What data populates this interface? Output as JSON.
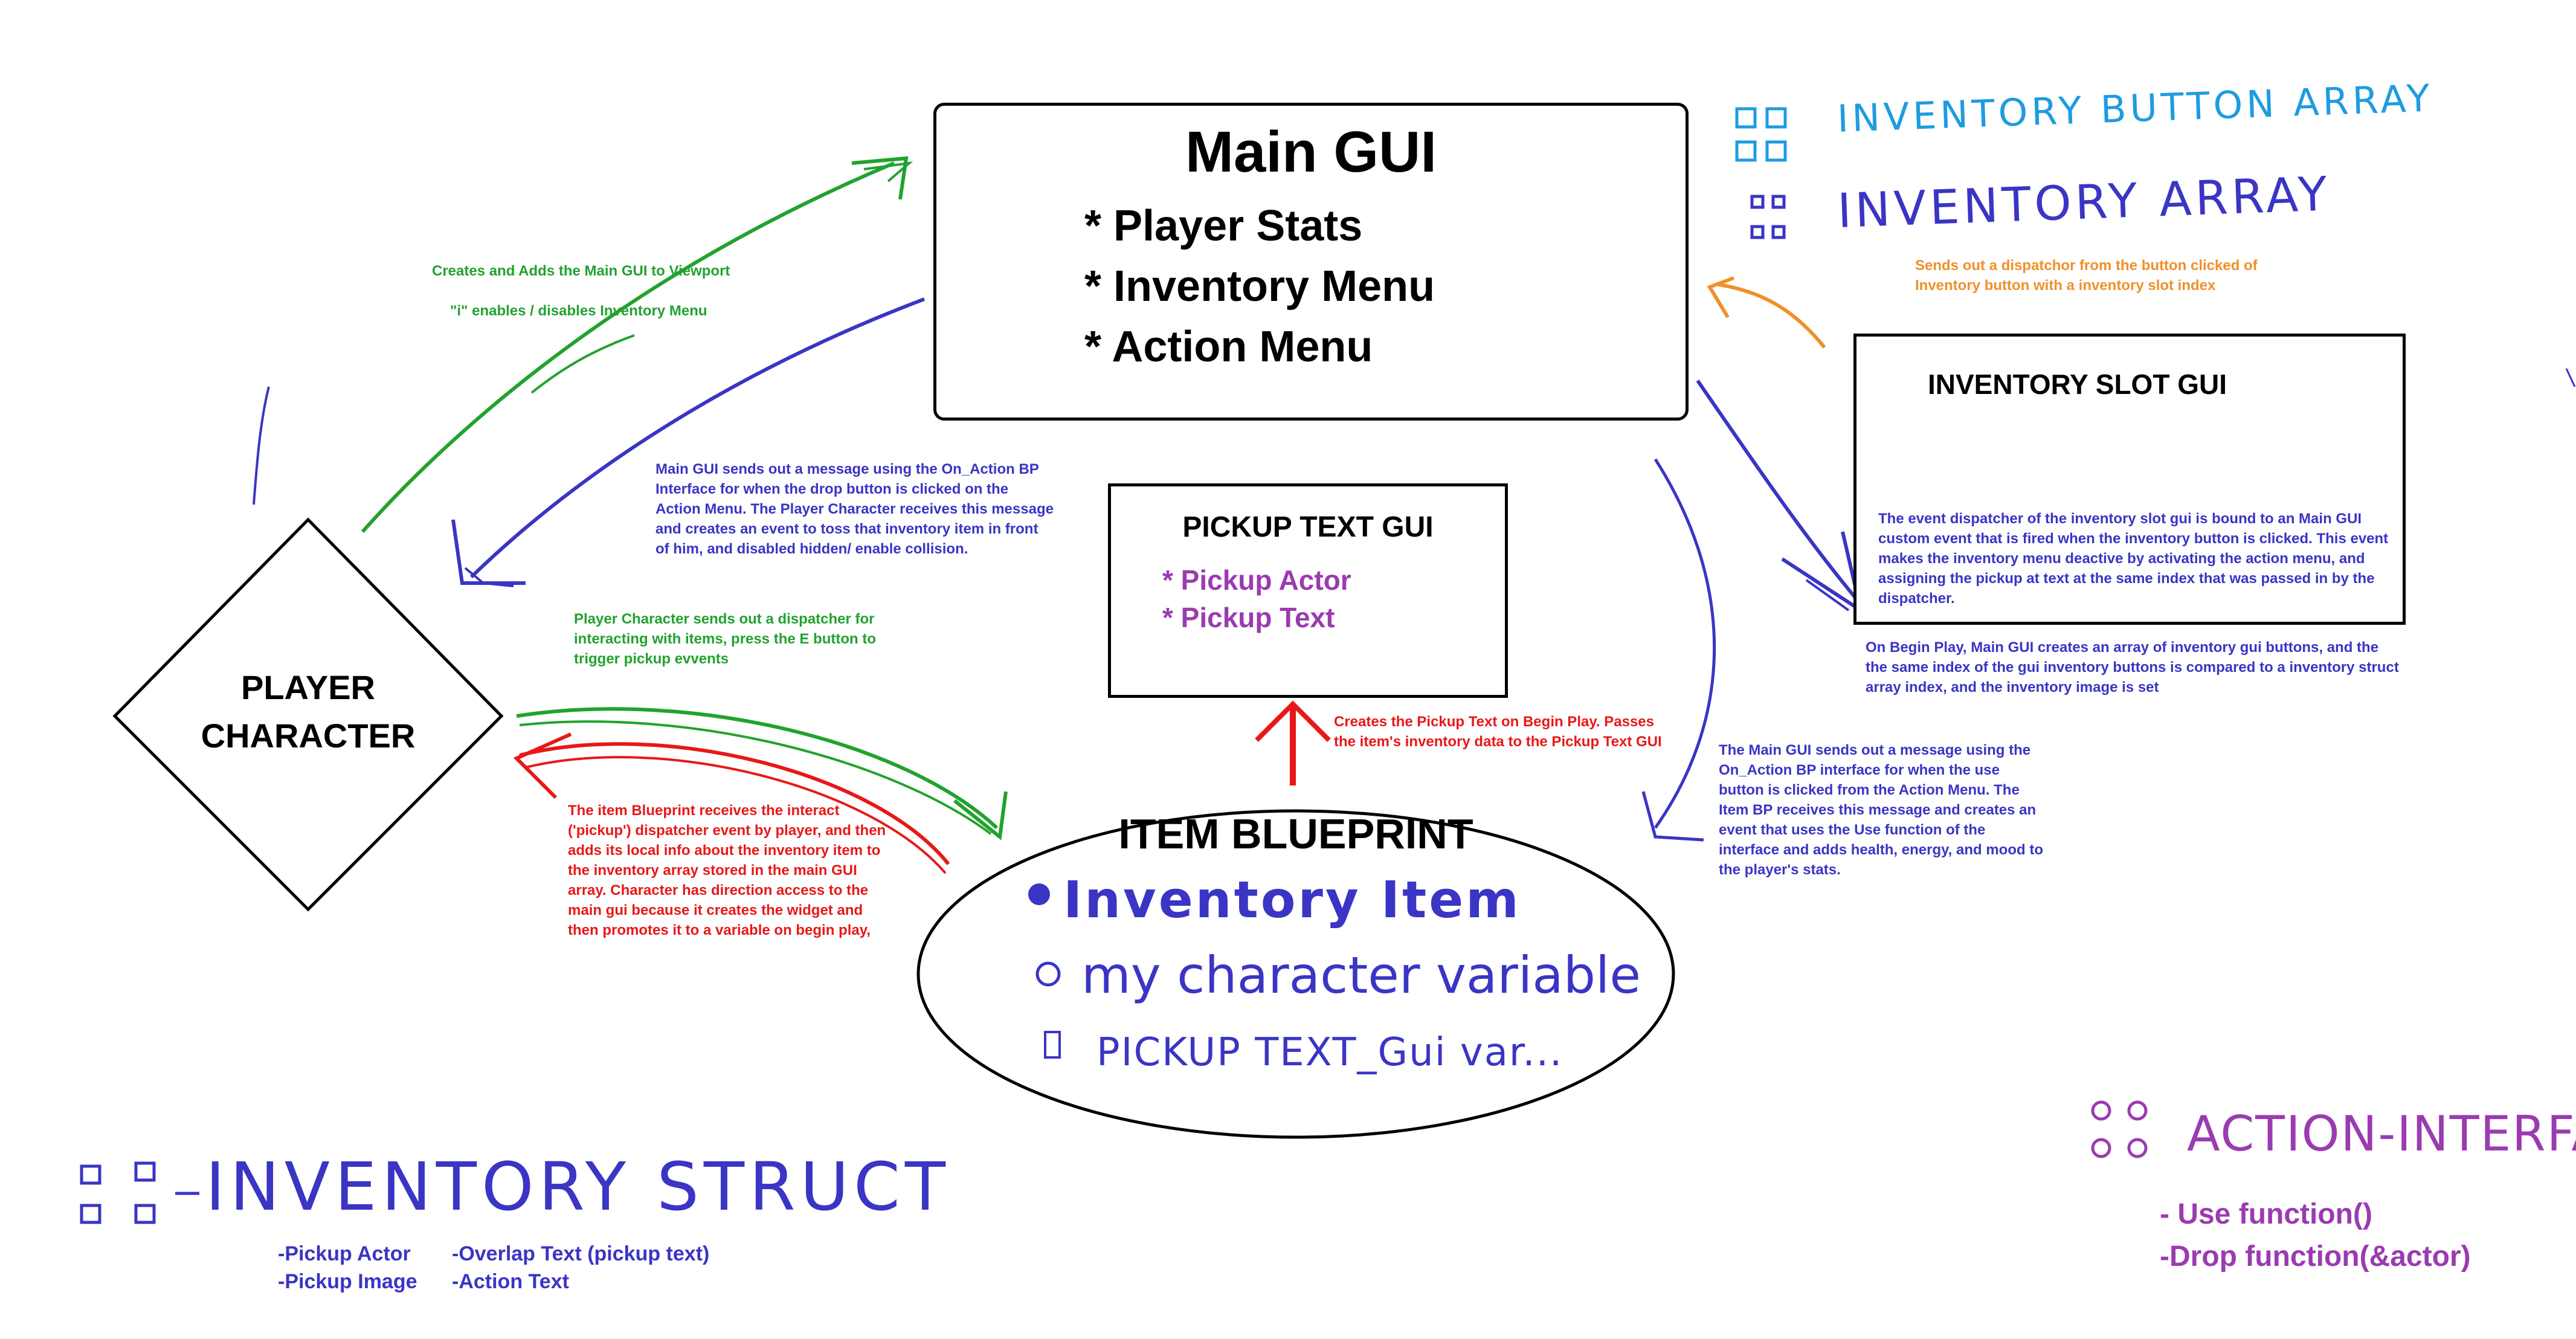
{
  "colors": {
    "black": "#000000",
    "green": "#22a22e",
    "blue": "#3a35c4",
    "red": "#e81818",
    "orange": "#f0902a",
    "cyan": "#1e9ce0",
    "purple": "#9b3bb0"
  },
  "main_gui": {
    "title": "Main GUI",
    "items": [
      "* Player Stats",
      "* Inventory Menu",
      "* Action Menu"
    ]
  },
  "pickup_text_gui": {
    "title": "PICKUP TEXT GUI",
    "items": [
      "* Pickup Actor",
      "* Pickup Text"
    ]
  },
  "inventory_slot_gui": {
    "title": "INVENTORY SLOT GUI",
    "note": "The event dispatcher of the inventory slot gui is bound to an Main GUI custom event that is fired when the inventory button is clicked.  This event makes the inventory menu deactive by activating the action menu, and assigning the pickup at text at the same index that was passed in by the dispatcher."
  },
  "player_character": {
    "label": [
      "PLAYER",
      "CHARACTER"
    ]
  },
  "item_blueprint": {
    "title": "ITEM BLUEPRINT",
    "vars": [
      "Inventory Item",
      "my character variable",
      "PICKUP TEXT_Gui var..."
    ]
  },
  "top_right": {
    "inventory_button_array": "INVENTORY BUTTON ARRAY",
    "inventory_array": "INVENTORY ARRAY"
  },
  "inventory_struct": {
    "title": "INVENTORY STRUCT",
    "col1": [
      "-Pickup Actor",
      "-Pickup Image"
    ],
    "col2": [
      "-Overlap Text (pickup text)",
      "-Action Text"
    ]
  },
  "action_interface": {
    "title": "ACTION-INTERFACE",
    "items": [
      "- Use function()",
      "-Drop function(&actor)"
    ]
  },
  "notes": {
    "creates_main_gui": "Creates and Adds the Main GUI to Viewport",
    "i_toggle": "\"i\" enables / disables Inventory Menu",
    "main_gui_drop": "Main GUI sends out a message using the On_Action BP Interface for when the drop button is clicked on the Action Menu.  The Player Character receives this message and creates an event to toss that inventory item in front of him, and disabled hidden/ enable collision.",
    "player_dispatcher": "Player Character sends out a dispatcher for interacting with items, press the E button to trigger pickup evvents",
    "item_bp_receives": "The item Blueprint receives the interact ('pickup') dispatcher event by player, and then adds its local info about the inventory item to the inventory array stored in the main GUI array.  Character has direction access to the main gui because it creates the widget and then promotes it to a variable on begin play,",
    "creates_pickup_text": "Creates the Pickup Text on Begin Play. Passes the item's inventory data to the Pickup Text GUI",
    "dispatcher_from_button": "Sends out a dispatchor from the button clicked of Inventory button with a inventory slot index",
    "begin_play_array": "On Begin Play, Main GUI creates an array of inventory gui buttons, and the the same index of the gui inventory buttons is compared to a inventory struct array index, and the inventory image is set",
    "main_gui_use": "The Main GUI sends out a message using the On_Action BP interface for when the use button is clicked from the Action Menu.  The Item BP receives this message and creates an event that uses the Use function of the interface and adds health, energy, and mood to the player's stats."
  }
}
